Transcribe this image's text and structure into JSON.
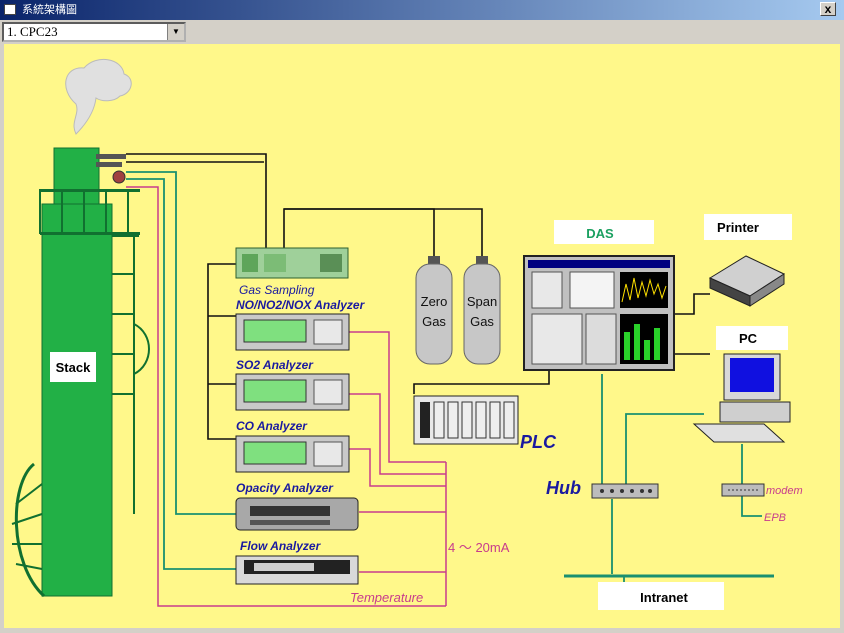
{
  "window": {
    "title": "系統架構圖",
    "close_label": "x"
  },
  "station_select": {
    "value": "1. CPC23"
  },
  "diagram": {
    "stack_label": "Stack",
    "gas_sampling": "Gas Sampling",
    "analyzers": {
      "nox": "NO/NO2/NOX Analyzer",
      "so2": "SO2 Analyzer",
      "co": "CO Analyzer",
      "opacity": "Opacity Analyzer",
      "flow": "Flow Analyzer"
    },
    "zero_gas": [
      "Zero",
      "Gas"
    ],
    "span_gas": [
      "Span",
      "Gas"
    ],
    "das_label": "DAS",
    "printer_label": "Printer",
    "pc_label": "PC",
    "plc_label": "PLC",
    "hub_label": "Hub",
    "modem_label": "modem",
    "epb_label": "EPB",
    "intranet_label": "Intranet",
    "signal_label": "4 ～ 20mA",
    "temperature_label": "Temperature",
    "colors": {
      "background": "#fff88a",
      "stack": "#22b046",
      "signal": "#c83c8c",
      "network": "#1a9070"
    }
  }
}
